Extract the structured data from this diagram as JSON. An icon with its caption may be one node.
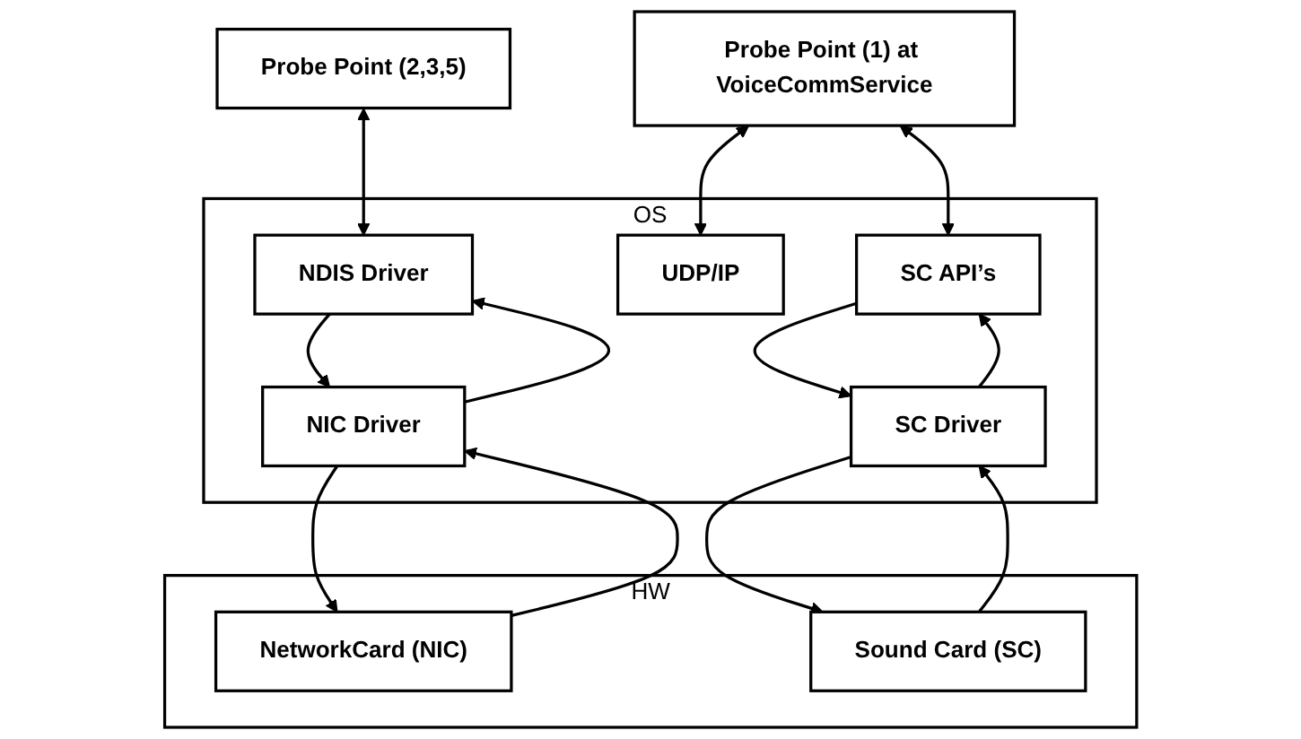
{
  "diagram": {
    "nodes": [
      {
        "text": [
          "Probe Point (2,3,5)"
        ]
      },
      {
        "text": [
          "Probe Point (1) at VoiceCommService"
        ]
      },
      {
        "text": [
          "OS"
        ]
      },
      {
        "text": [
          "UDP/IP"
        ],
        "in": 2
      },
      {
        "text": [
          "NDIS Driver"
        ],
        "in": 2
      },
      {
        "text": [
          "NIC Driver"
        ],
        "in": 2
      },
      {
        "text": [
          "SC API’s"
        ],
        "in": 2
      },
      {
        "text": [
          "SC Driver"
        ],
        "in": 2
      },
      {
        "text": [
          "HW"
        ]
      },
      {
        "text": [
          "NetworkCard (NIC)"
        ],
        "in": 8
      },
      {
        "text": [
          "Sound Card (SC)"
        ],
        "in": 8
      }
    ],
    "edges": [
      {
        "from": 0,
        "to": 4,
        "arrow": "both"
      },
      {
        "from": 1,
        "to": 3,
        "arrow": "both"
      },
      {
        "from": 1,
        "to": 6,
        "arrow": "both"
      },
      {
        "from": 4,
        "to": 5,
        "arrow": "to"
      },
      {
        "from": 5,
        "to": 4,
        "arrow": "to"
      },
      {
        "from": 5,
        "to": 9,
        "arrow": "to"
      },
      {
        "from": 9,
        "to": 5,
        "arrow": "to"
      },
      {
        "from": 6,
        "to": 7,
        "arrow": "to"
      },
      {
        "from": 7,
        "to": 6,
        "arrow": "to"
      },
      {
        "from": 7,
        "to": 10,
        "arrow": "to"
      },
      {
        "from": 10,
        "to": 7,
        "arrow": "to"
      }
    ]
  }
}
